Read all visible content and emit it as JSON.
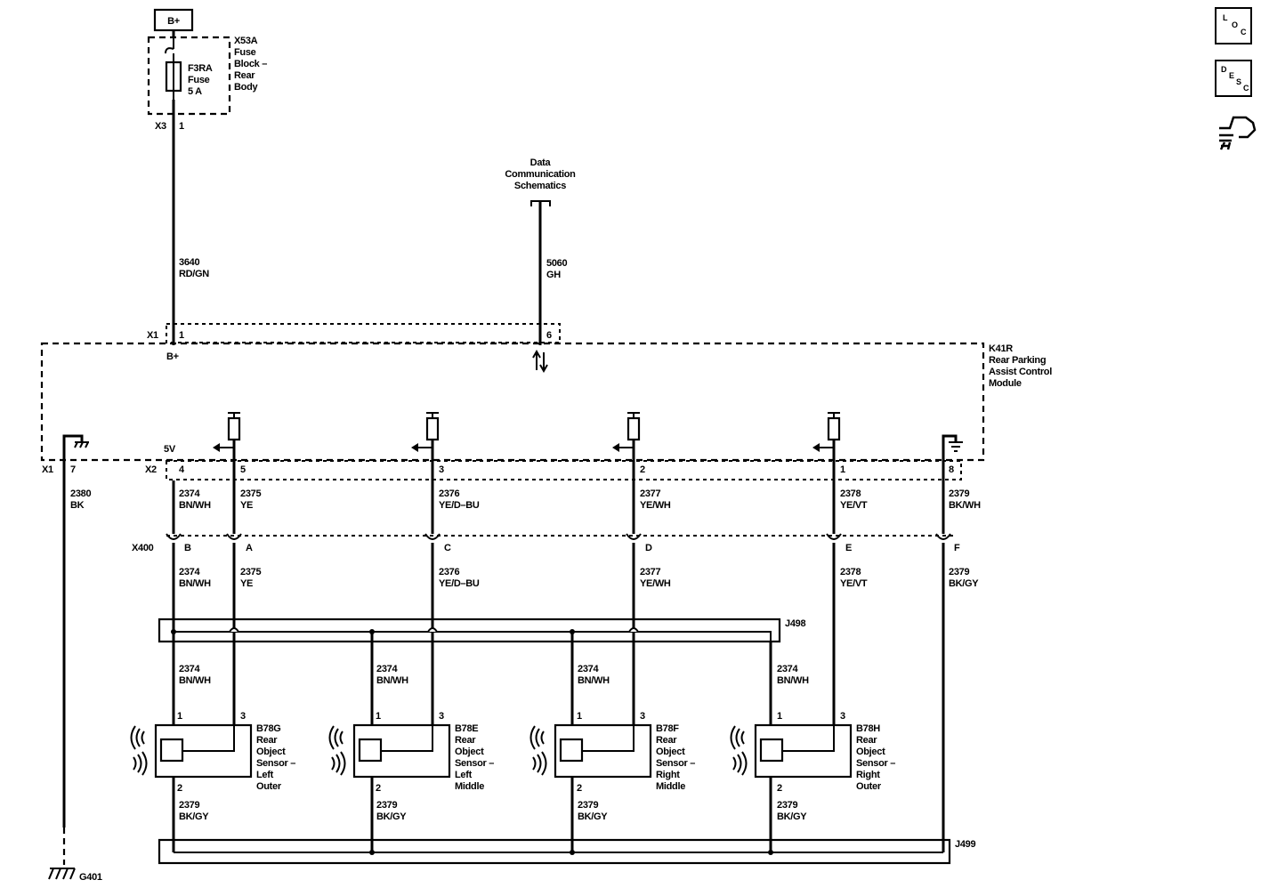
{
  "power": {
    "label": "B+"
  },
  "fuse_block": {
    "id": "X53A",
    "name": [
      "Fuse",
      "Block –",
      "Rear",
      "Body"
    ]
  },
  "fuse": {
    "name": [
      "F3RA",
      "Fuse",
      "5 A"
    ]
  },
  "fuse_conn": {
    "conn": "X3",
    "pin": "1"
  },
  "power_wire": {
    "circuit": "3640",
    "color": "RD/GN"
  },
  "data_link": {
    "ref": [
      "Data",
      "Communication",
      "Schematics"
    ],
    "circuit": "5060",
    "color": "GH"
  },
  "module": {
    "id": "K41R",
    "name": [
      "Rear Parking",
      "Assist Control",
      "Module"
    ],
    "x1_conn": "X1",
    "pin_bplus": "1",
    "pin_data": "6",
    "bplus_label": "B+",
    "x2_conn": "X2",
    "label_5v": "5V",
    "ground_conn": "X1",
    "ground_pin": "7"
  },
  "ground_wire": {
    "circuit": "2380",
    "color": "BK"
  },
  "ground": {
    "id": "G401"
  },
  "inline_conn": {
    "id": "X400"
  },
  "harness_wires": [
    {
      "x2_pin": "4",
      "circuit": "2374",
      "color": "BN/WH",
      "x400_pin": "B"
    },
    {
      "x2_pin": "5",
      "circuit": "2375",
      "color": "YE",
      "x400_pin": "A"
    },
    {
      "x2_pin": "3",
      "circuit": "2376",
      "color": "YE/D–BU",
      "x400_pin": "C"
    },
    {
      "x2_pin": "2",
      "circuit": "2377",
      "color": "YE/WH",
      "x400_pin": "D"
    },
    {
      "x2_pin": "1",
      "circuit": "2378",
      "color": "YE/VT",
      "x400_pin": "E"
    },
    {
      "x2_pin": "8",
      "circuit": "2379",
      "color": "BK/WH",
      "x400_pin": "F",
      "color_below": "BK/GY"
    }
  ],
  "splices": {
    "top": "J498",
    "bottom": "J499"
  },
  "sensor_feed": {
    "circuit": "2374",
    "color": "BN/WH"
  },
  "sensor_return": {
    "circuit": "2379",
    "color": "BK/GY"
  },
  "sensors": [
    {
      "id": "B78G",
      "name": [
        "Rear",
        "Object",
        "Sensor –",
        "Left",
        "Outer"
      ],
      "pin1": "1",
      "pin2": "2",
      "pin3": "3"
    },
    {
      "id": "B78E",
      "name": [
        "Rear",
        "Object",
        "Sensor –",
        "Left",
        "Middle"
      ],
      "pin1": "1",
      "pin2": "2",
      "pin3": "3"
    },
    {
      "id": "B78F",
      "name": [
        "Rear",
        "Object",
        "Sensor –",
        "Right",
        "Middle"
      ],
      "pin1": "1",
      "pin2": "2",
      "pin3": "3"
    },
    {
      "id": "B78H",
      "name": [
        "Rear",
        "Object",
        "Sensor –",
        "Right",
        "Outer"
      ],
      "pin1": "1",
      "pin2": "2",
      "pin3": "3"
    }
  ],
  "side_buttons": {
    "loc": {
      "letters": [
        "L",
        "O",
        "C"
      ]
    },
    "desc": {
      "letters": [
        "D",
        "E",
        "S",
        "C"
      ]
    },
    "diag_icon": "hand-wrench-icon"
  }
}
